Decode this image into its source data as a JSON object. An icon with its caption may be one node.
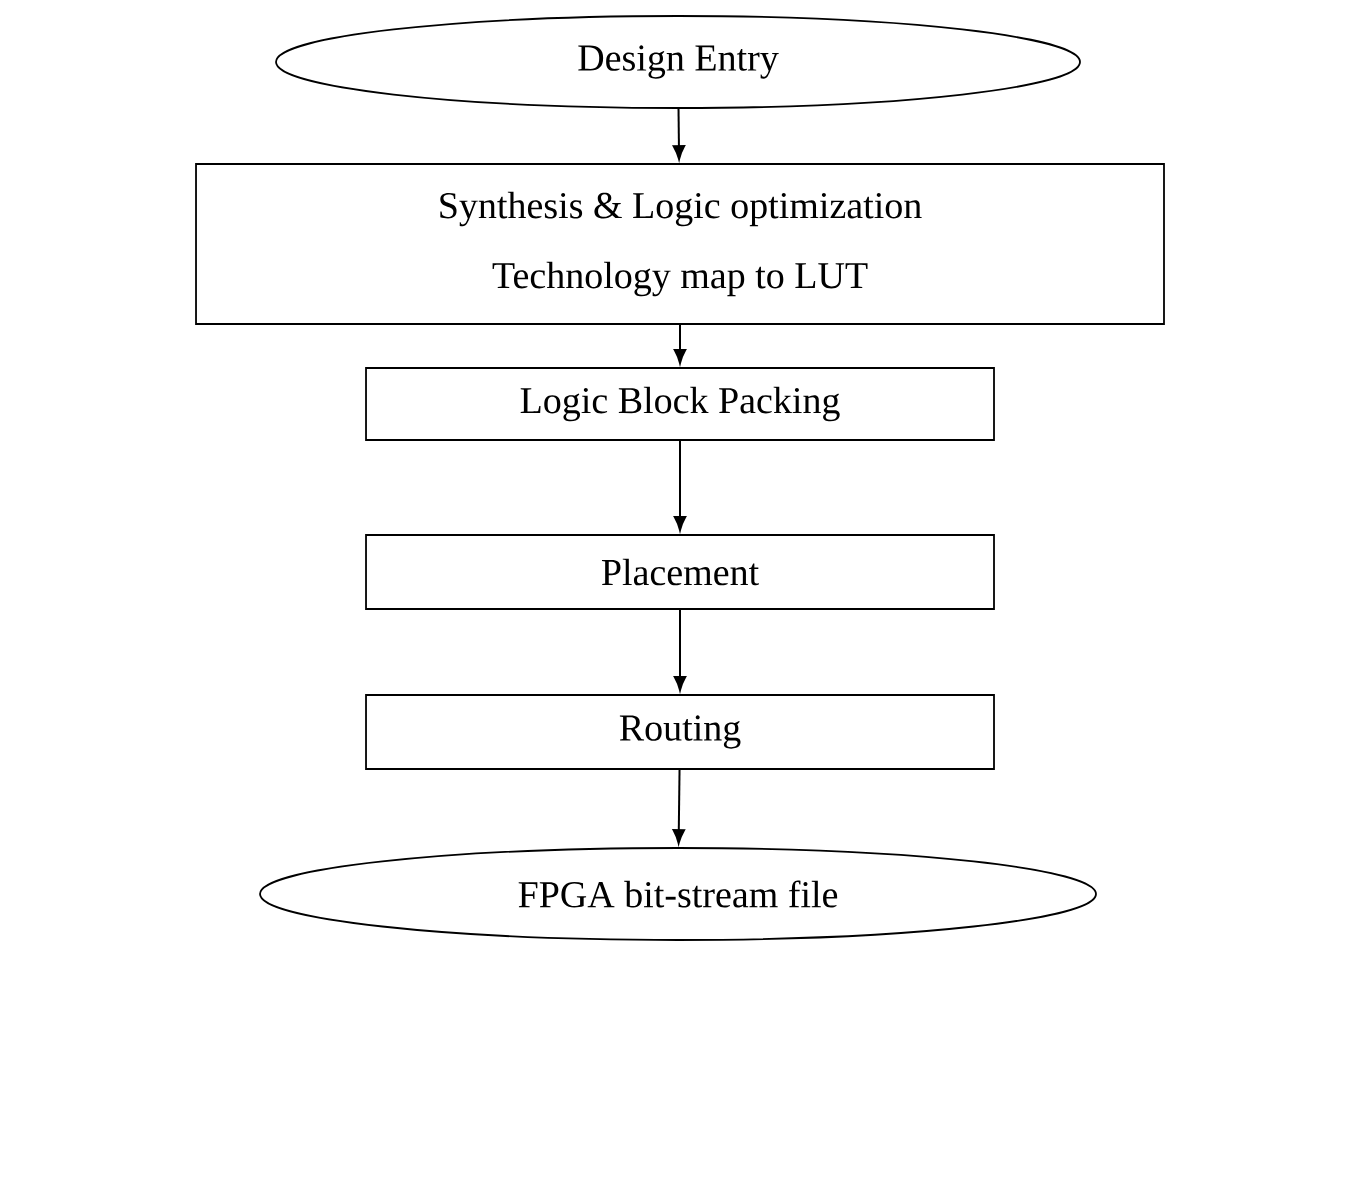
{
  "diagram": {
    "nodes": [
      {
        "text": [
          "Design Entry"
        ]
      },
      {
        "text": [
          "Synthesis & Logic optimization",
          "Technology map to LUT"
        ]
      },
      {
        "text": [
          "Logic Block Packing"
        ]
      },
      {
        "text": [
          "Placement"
        ]
      },
      {
        "text": [
          "Routing"
        ]
      },
      {
        "text": [
          "FPGA bit-stream file"
        ]
      }
    ],
    "edges": [
      {
        "from": 0,
        "to": 1,
        "arrow": "to"
      },
      {
        "from": 1,
        "to": 2,
        "arrow": "to"
      },
      {
        "from": 2,
        "to": 3,
        "arrow": "to"
      },
      {
        "from": 3,
        "to": 4,
        "arrow": "to"
      },
      {
        "from": 4,
        "to": 5,
        "arrow": "to"
      }
    ]
  }
}
